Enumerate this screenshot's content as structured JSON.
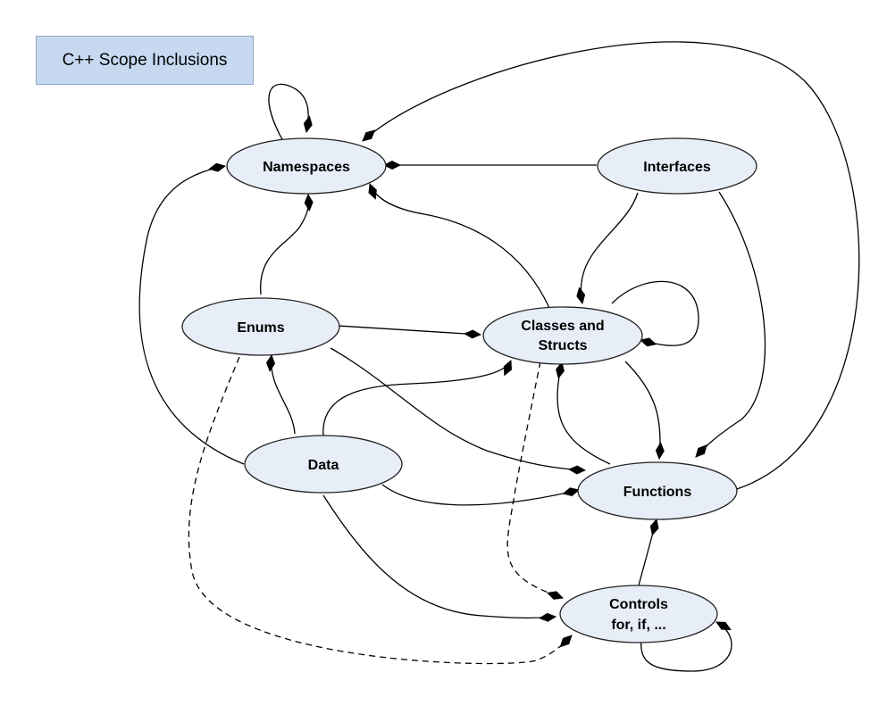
{
  "title": "C++ Scope Inclusions",
  "colors": {
    "node_fill": "#e8eef7",
    "node_stroke": "#222222",
    "title_fill": "#c6d9f1",
    "edge": "#000000"
  },
  "nodes": {
    "namespaces": {
      "line1": "Namespaces"
    },
    "interfaces": {
      "line1": "Interfaces"
    },
    "enums": {
      "line1": "Enums"
    },
    "classes": {
      "line1": "Classes and",
      "line2": "Structs"
    },
    "data": {
      "line1": "Data"
    },
    "functions": {
      "line1": "Functions"
    },
    "controls": {
      "line1": "Controls",
      "line2": "for, if, ..."
    }
  },
  "edges": [
    {
      "from": "Namespaces",
      "to": "Namespaces",
      "style": "solid"
    },
    {
      "from": "Interfaces",
      "to": "Namespaces",
      "style": "solid"
    },
    {
      "from": "Functions",
      "to": "Namespaces",
      "style": "solid"
    },
    {
      "from": "Data",
      "to": "Namespaces",
      "style": "solid"
    },
    {
      "from": "Enums",
      "to": "Namespaces",
      "style": "solid"
    },
    {
      "from": "Classes and Structs",
      "to": "Namespaces",
      "style": "solid"
    },
    {
      "from": "Interfaces",
      "to": "Classes and Structs",
      "style": "solid"
    },
    {
      "from": "Interfaces",
      "to": "Functions",
      "style": "solid"
    },
    {
      "from": "Classes and Structs",
      "to": "Classes and Structs",
      "style": "solid"
    },
    {
      "from": "Enums",
      "to": "Classes and Structs",
      "style": "solid"
    },
    {
      "from": "Data",
      "to": "Classes and Structs",
      "style": "solid"
    },
    {
      "from": "Functions",
      "to": "Classes and Structs",
      "style": "solid"
    },
    {
      "from": "Classes and Structs",
      "to": "Functions",
      "style": "solid"
    },
    {
      "from": "Data",
      "to": "Enums",
      "style": "solid"
    },
    {
      "from": "Enums",
      "to": "Functions",
      "style": "solid"
    },
    {
      "from": "Data",
      "to": "Functions",
      "style": "solid"
    },
    {
      "from": "Controls",
      "to": "Functions",
      "style": "solid"
    },
    {
      "from": "Data",
      "to": "Controls",
      "style": "solid"
    },
    {
      "from": "Controls",
      "to": "Controls",
      "style": "solid"
    },
    {
      "from": "Classes and Structs",
      "to": "Controls",
      "style": "dashed"
    },
    {
      "from": "Enums",
      "to": "Controls",
      "style": "dashed"
    }
  ]
}
